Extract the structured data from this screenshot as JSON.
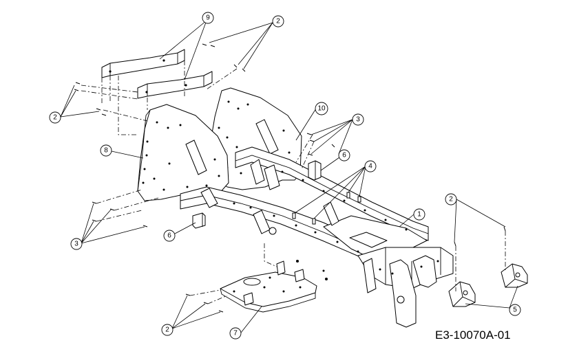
{
  "drawing": {
    "code": "E3-10070A-01",
    "callouts": {
      "frame": "1",
      "screw": "2",
      "bolt": "3",
      "clip": "4",
      "mount": "5",
      "bracket_small": "6",
      "plate": "7",
      "side_panel_left": "8",
      "support_bracket": "9",
      "side_panel_right": "10"
    }
  }
}
